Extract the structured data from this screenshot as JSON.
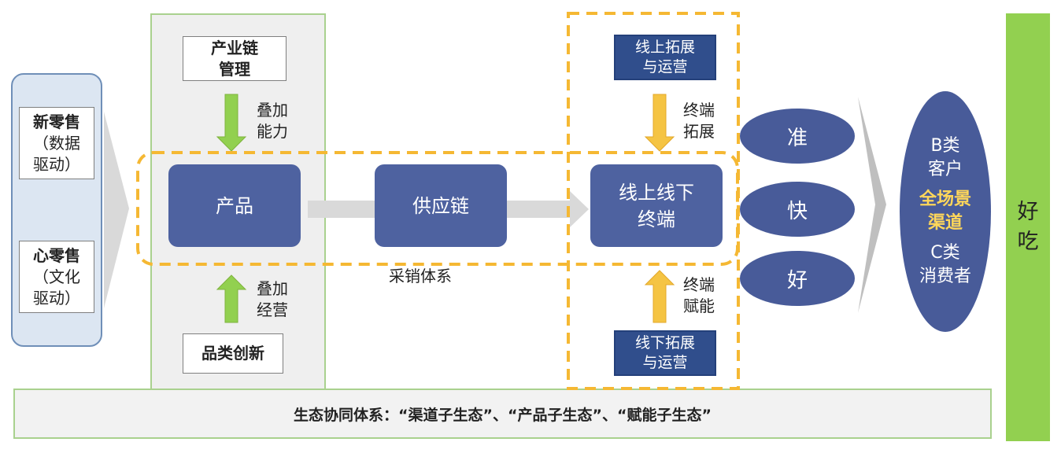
{
  "left_panel": {
    "new_retail": {
      "title": "新零售",
      "sub": "（数据\n驱动）"
    },
    "heart_retail": {
      "title": "心零售",
      "sub": "（文化\n驱动）"
    }
  },
  "gray_column": {
    "top_box": "产业链\n管理",
    "top_annotation": "叠加\n能力",
    "bottom_box": "品类创新",
    "bottom_annotation": "叠加\n经营"
  },
  "flow": {
    "product": "产品",
    "supply_chain": "供应链",
    "terminal": "线上线下\n终端",
    "system_label": "采销体系"
  },
  "terminal_column": {
    "online_box": "线上拓展\n与运营",
    "online_annotation": "终端\n拓展",
    "offline_box": "线下拓展\n与运营",
    "offline_annotation": "终端\n赋能"
  },
  "qualities": [
    "准",
    "快",
    "好"
  ],
  "customers": {
    "b_type": "B类\n客户",
    "channel": "全场景\n渠道",
    "c_type": "C类\n消费者"
  },
  "ecosystem": "生态协同体系：“渠道子生态”、“产品子生态”、“赋能子生态”",
  "result": "好\n吃",
  "colors": {
    "navy": "#4e62a0",
    "green": "#92d050",
    "yellow_dash": "#f5b833",
    "gray_arrow": "#bfbfbf",
    "highlight_text": "#ffd75a"
  }
}
